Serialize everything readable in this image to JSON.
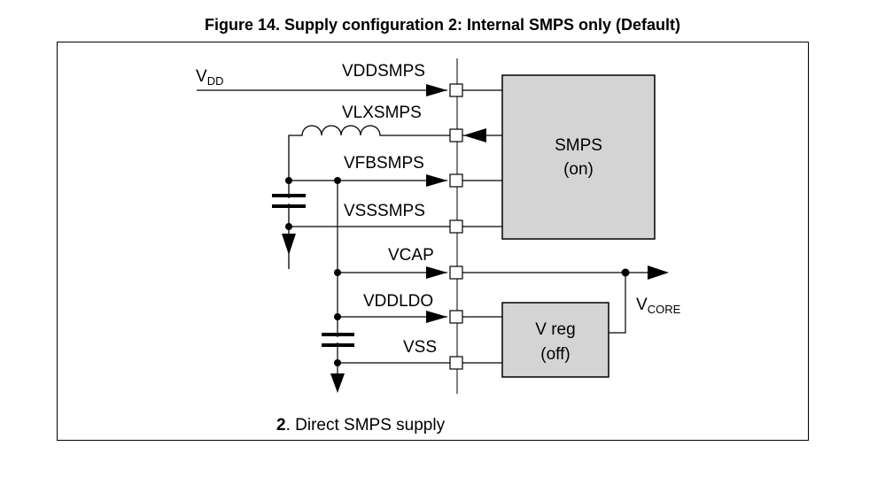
{
  "figure": {
    "title": "Figure 14. Supply configuration 2: Internal SMPS only (Default)",
    "caption_number": "2",
    "caption_text": ". Direct SMPS supply"
  },
  "signals": {
    "vdd_main": "V",
    "vdd_sub": "DD",
    "vcore_main": "V",
    "vcore_sub": "CORE"
  },
  "pins": {
    "vddsmps": "VDDSMPS",
    "vlxsmps": "VLXSMPS",
    "vfbsmps": "VFBSMPS",
    "vsssmps": "VSSSMPS",
    "vcap": "VCAP",
    "vddldo": "VDDLDO",
    "vss": "VSS"
  },
  "blocks": {
    "smps_line1": "SMPS",
    "smps_line2": "(on)",
    "vreg_line1": "V reg",
    "vreg_line2": "(off)"
  },
  "colors": {
    "block_fill": "#d4d4d4",
    "stroke": "#000000"
  }
}
